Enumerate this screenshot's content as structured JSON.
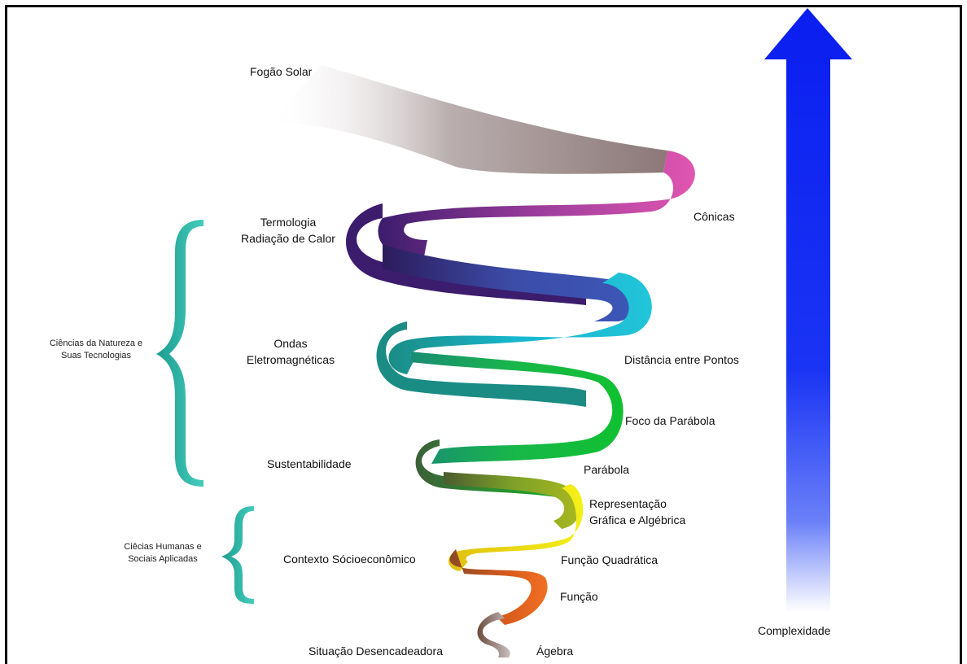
{
  "spiral_left_labels": {
    "fogao": "Fogão Solar",
    "termologia_1": "Termologia",
    "termologia_2": "Radiação de Calor",
    "ondas_1": "Ondas",
    "ondas_2": "Eletromagnéticas",
    "sustentabilidade": "Sustentabilidade",
    "contexto": "Contexto Sócioeconômico",
    "situacao": "Situação Desencadeadora"
  },
  "spiral_right_labels": {
    "conicas": "Cônicas",
    "distancia": "Distância entre Pontos",
    "foco": "Foco da Parábola",
    "parabola": "Parábola",
    "representacao_1": "Representação",
    "representacao_2": "Gráfica e Algébrica",
    "funcao_quadratica": "Função Quadrática",
    "funcao": "Função",
    "algebra": "Ágebra"
  },
  "brace_groups": {
    "natureza_1": "Ciências da Natureza e",
    "natureza_2": "Suas Tecnologias",
    "humanas_1": "Ciêcias Humanas e",
    "humanas_2": "Sociais Aplicadas"
  },
  "complexity_arrow": {
    "label": "Complexidade",
    "color": "#0a1ef0"
  },
  "colors": {
    "brace": "#2fb8a8",
    "band_tail": "#8c7878",
    "band_pink": "#d44ea8",
    "band_purple": "#3c1c6c",
    "band_blue": "#3c4ca8",
    "band_cyan": "#18b8d0",
    "band_teal": "#1a8c84",
    "band_green": "#18b838",
    "band_darkgreen": "#3c6c28",
    "band_olive": "#6ca028",
    "band_yellow": "#e8e010",
    "band_orange": "#e86418",
    "band_brown": "#8c4824",
    "band_gray": "#c8c0c0"
  }
}
